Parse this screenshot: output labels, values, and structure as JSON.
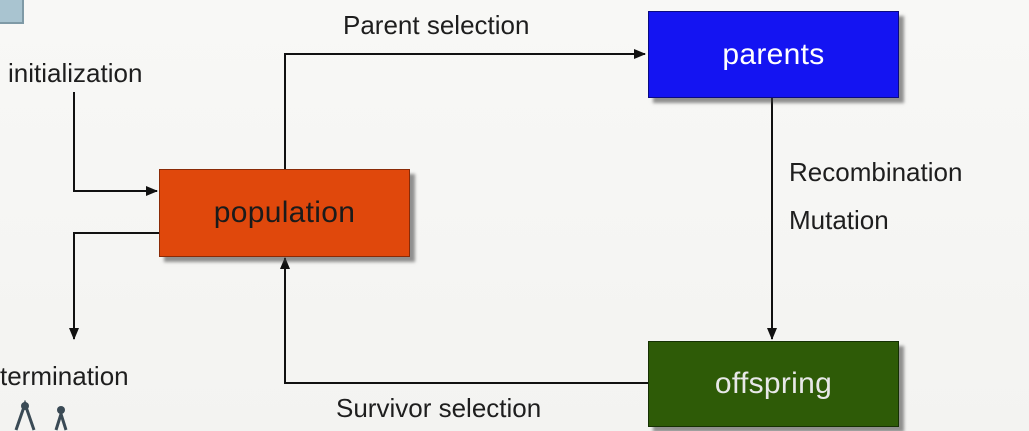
{
  "diagram": {
    "nodes": {
      "population": "population",
      "parents": "parents",
      "offspring": "offspring"
    },
    "labels": {
      "initialization": "initialization",
      "termination": "termination",
      "parent_selection": "Parent selection",
      "survivor_selection": "Survivor selection",
      "recombination": "Recombination",
      "mutation": "Mutation"
    },
    "colors": {
      "population": "#e0480c",
      "parents": "#1414f2",
      "offspring": "#2e5b07",
      "arrows": "#111111"
    },
    "edges": [
      {
        "from": "initialization",
        "to": "population"
      },
      {
        "from": "population",
        "to": "parents",
        "label": "Parent selection"
      },
      {
        "from": "parents",
        "to": "offspring",
        "label": "Recombination / Mutation"
      },
      {
        "from": "offspring",
        "to": "population",
        "label": "Survivor selection"
      },
      {
        "from": "population",
        "to": "termination"
      }
    ]
  }
}
